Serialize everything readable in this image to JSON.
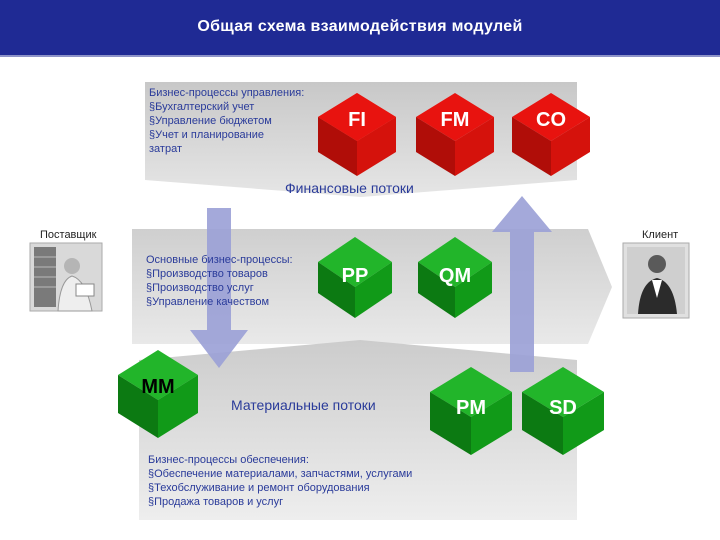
{
  "title": "Общая схема взаимодействия модулей",
  "management": {
    "heading": "Бизнес-процессы управления:",
    "items": [
      "§Бухгалтерский учет",
      "§Управление бюджетом",
      "§Учет и планирование",
      " затрат"
    ]
  },
  "core": {
    "heading": "Основные бизнес-процессы:",
    "items": [
      "§Производство товаров",
      "§Производство услуг",
      "§Управление качеством"
    ]
  },
  "support": {
    "heading": "Бизнес-процессы обеспечения:",
    "items": [
      "§Обеспечение материалами, запчастями, услугами",
      "§Техобслуживание и ремонт оборудования",
      "§Продажа товаров и услуг"
    ]
  },
  "flows": {
    "financial": "Финансовые потоки",
    "material": "Материальные потоки"
  },
  "parties": {
    "supplier": "Поставщик",
    "client": "Клиент"
  },
  "modules": {
    "fi": "FI",
    "fm": "FM",
    "co": "CO",
    "pp": "PP",
    "qm": "QM",
    "mm": "MM",
    "pm": "PM",
    "sd": "SD"
  },
  "colors": {
    "header": "#1f2a94",
    "text": "#2a3b9a",
    "red": "#e8130f",
    "green": "#14a21c",
    "band": "#d4d4d4",
    "arrow": "#9aa0d6"
  }
}
